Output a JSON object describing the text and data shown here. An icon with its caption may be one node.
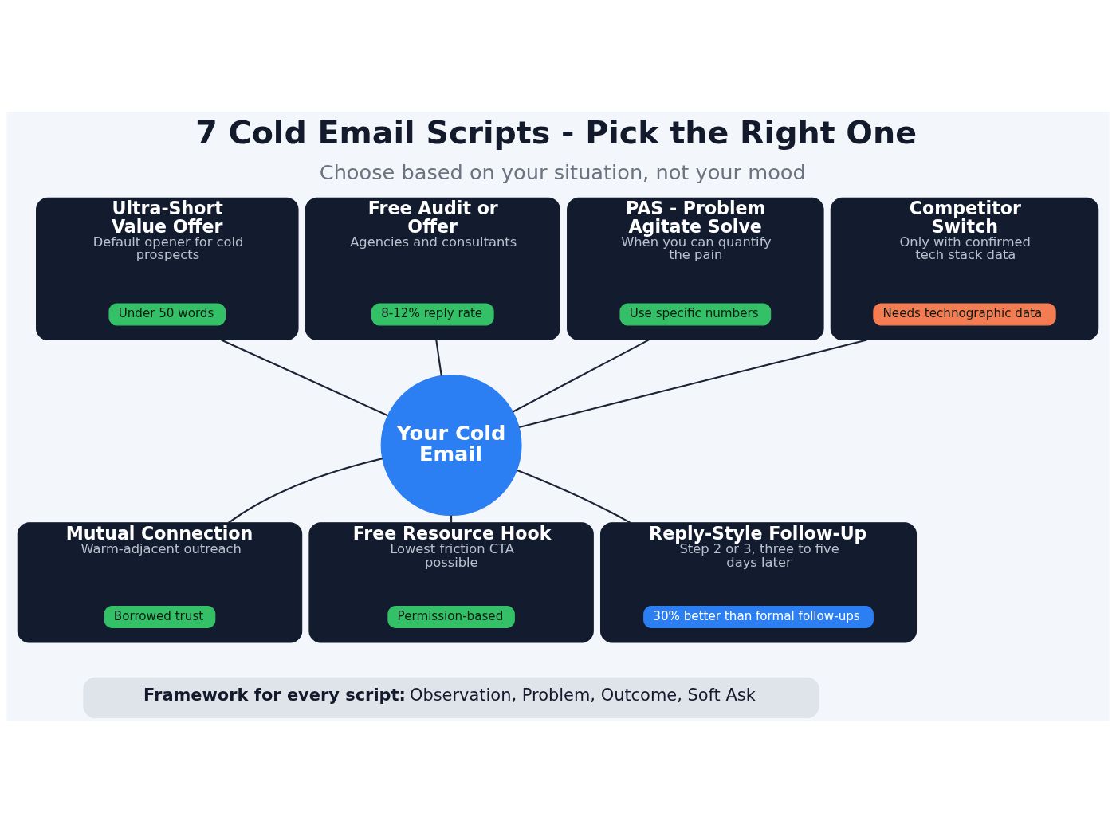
{
  "diagram": {
    "title": "7 Cold Email Scripts - Pick the Right One",
    "nodes": [
      {
        "text": [
          "Ultra-Short Value Offer",
          "Default opener for cold prospects"
        ]
      },
      {
        "text": [
          "Under 50 words"
        ],
        "in": 0
      },
      {
        "text": [
          "Free Audit or Offer",
          "Agencies and consultants"
        ]
      },
      {
        "text": [
          "8-12% reply rate"
        ],
        "in": 2
      },
      {
        "text": [
          "PAS - Problem Agitate Solve",
          "When you can quantify the pain"
        ]
      },
      {
        "text": [
          "Use specific numbers"
        ],
        "in": 4
      },
      {
        "text": [
          "Competitor Switch",
          "Only with confirmed tech stack data"
        ]
      },
      {
        "text": [
          "Needs technographic data"
        ],
        "in": 6
      },
      {
        "text": [
          "Your Cold Email"
        ]
      },
      {
        "text": [
          "Mutual Connection",
          "Warm-adjacent outreach"
        ]
      },
      {
        "text": [
          "Borrowed trust"
        ],
        "in": 9
      },
      {
        "text": [
          "Free Resource Hook",
          "Lowest friction CTA possible"
        ]
      },
      {
        "text": [
          "Permission-based"
        ],
        "in": 11
      },
      {
        "text": [
          "Reply-Style Follow-Up",
          "Step 2 or 3, three to five days later"
        ]
      },
      {
        "text": [
          "30% better than formal follow-ups"
        ],
        "in": 13
      },
      {
        "text": [
          "**Framework for every script:** Observation, Problem, Outcome, Soft Ask"
        ]
      }
    ],
    "edges": [
      {
        "from": 0,
        "to": 8,
        "arrow": "none"
      },
      {
        "from": 2,
        "to": 8,
        "arrow": "none"
      },
      {
        "from": 4,
        "to": 8,
        "arrow": "none"
      },
      {
        "from": 6,
        "to": 8,
        "arrow": "none"
      },
      {
        "from": 8,
        "to": 9,
        "arrow": "none"
      },
      {
        "from": 8,
        "to": 11,
        "arrow": "none"
      },
      {
        "from": 8,
        "to": 13,
        "arrow": "none"
      }
    ],
    "labels": [
      "Choose based on your situation, not your mood"
    ]
  }
}
